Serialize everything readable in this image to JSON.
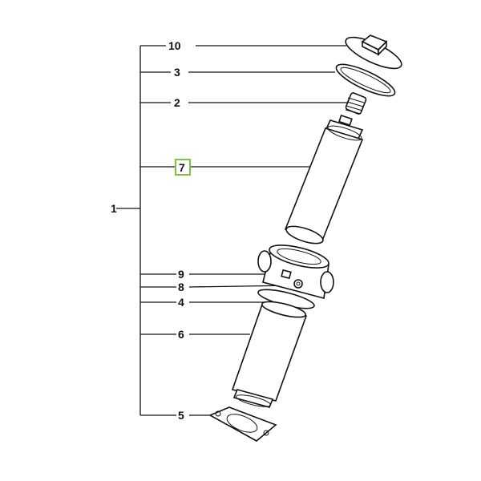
{
  "callouts": {
    "assembly": "1",
    "cap": "10",
    "oring": "3",
    "spring": "2",
    "element": "7",
    "port_part_9": "9",
    "port_part_8": "8",
    "gasket": "4",
    "bowl": "6",
    "base_gasket": "5"
  },
  "colors": {
    "highlight": "#7dc242",
    "line": "#111111"
  }
}
